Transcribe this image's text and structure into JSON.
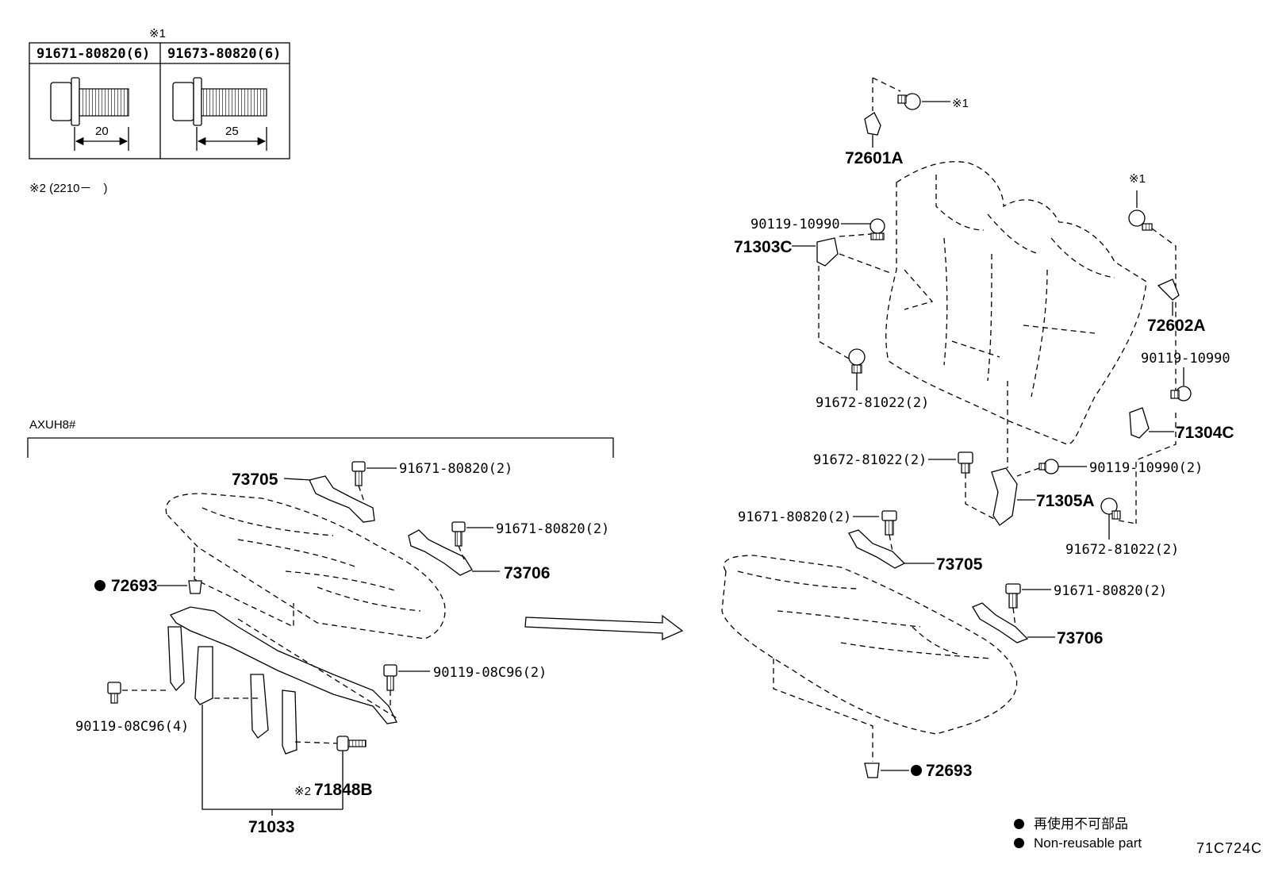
{
  "bolt_table": {
    "note_mark": "※1",
    "headers": [
      "91671-80820(6)",
      "91673-80820(6)"
    ],
    "lengths": [
      "20",
      "25"
    ]
  },
  "note2": "※2 (2210－　)",
  "section_title": "AXUH8#",
  "left": {
    "l73705": "73705",
    "l73706": "73706",
    "b1": "91671-80820(2)",
    "b2": "91671-80820(2)",
    "clip": "72693",
    "b3": "90119-08C96(2)",
    "b4": "90119-08C96(4)",
    "l71848b_mark": "※2",
    "l71848b": "71848B",
    "l71033": "71033"
  },
  "right": {
    "mark1a": "※1",
    "l72601a": "72601A",
    "b90119a": "90119-10990",
    "l71303c": "71303C",
    "mark1b": "※1",
    "l72602a": "72602A",
    "b90119b": "90119-10990",
    "l71304c": "71304C",
    "b91672a": "91672-81022(2)",
    "b91672b": "91672-81022(2)",
    "b90119c": "90119-10990(2)",
    "l71305a": "71305A",
    "b91672c": "91672-81022(2)",
    "b91671a": "91671-80820(2)",
    "l73705": "73705",
    "b91671b": "91671-80820(2)",
    "l73706": "73706",
    "clip": "72693"
  },
  "legend": {
    "line1": "再使用不可部品",
    "line2": "Non-reusable part"
  },
  "diagram_code": "71C724C"
}
